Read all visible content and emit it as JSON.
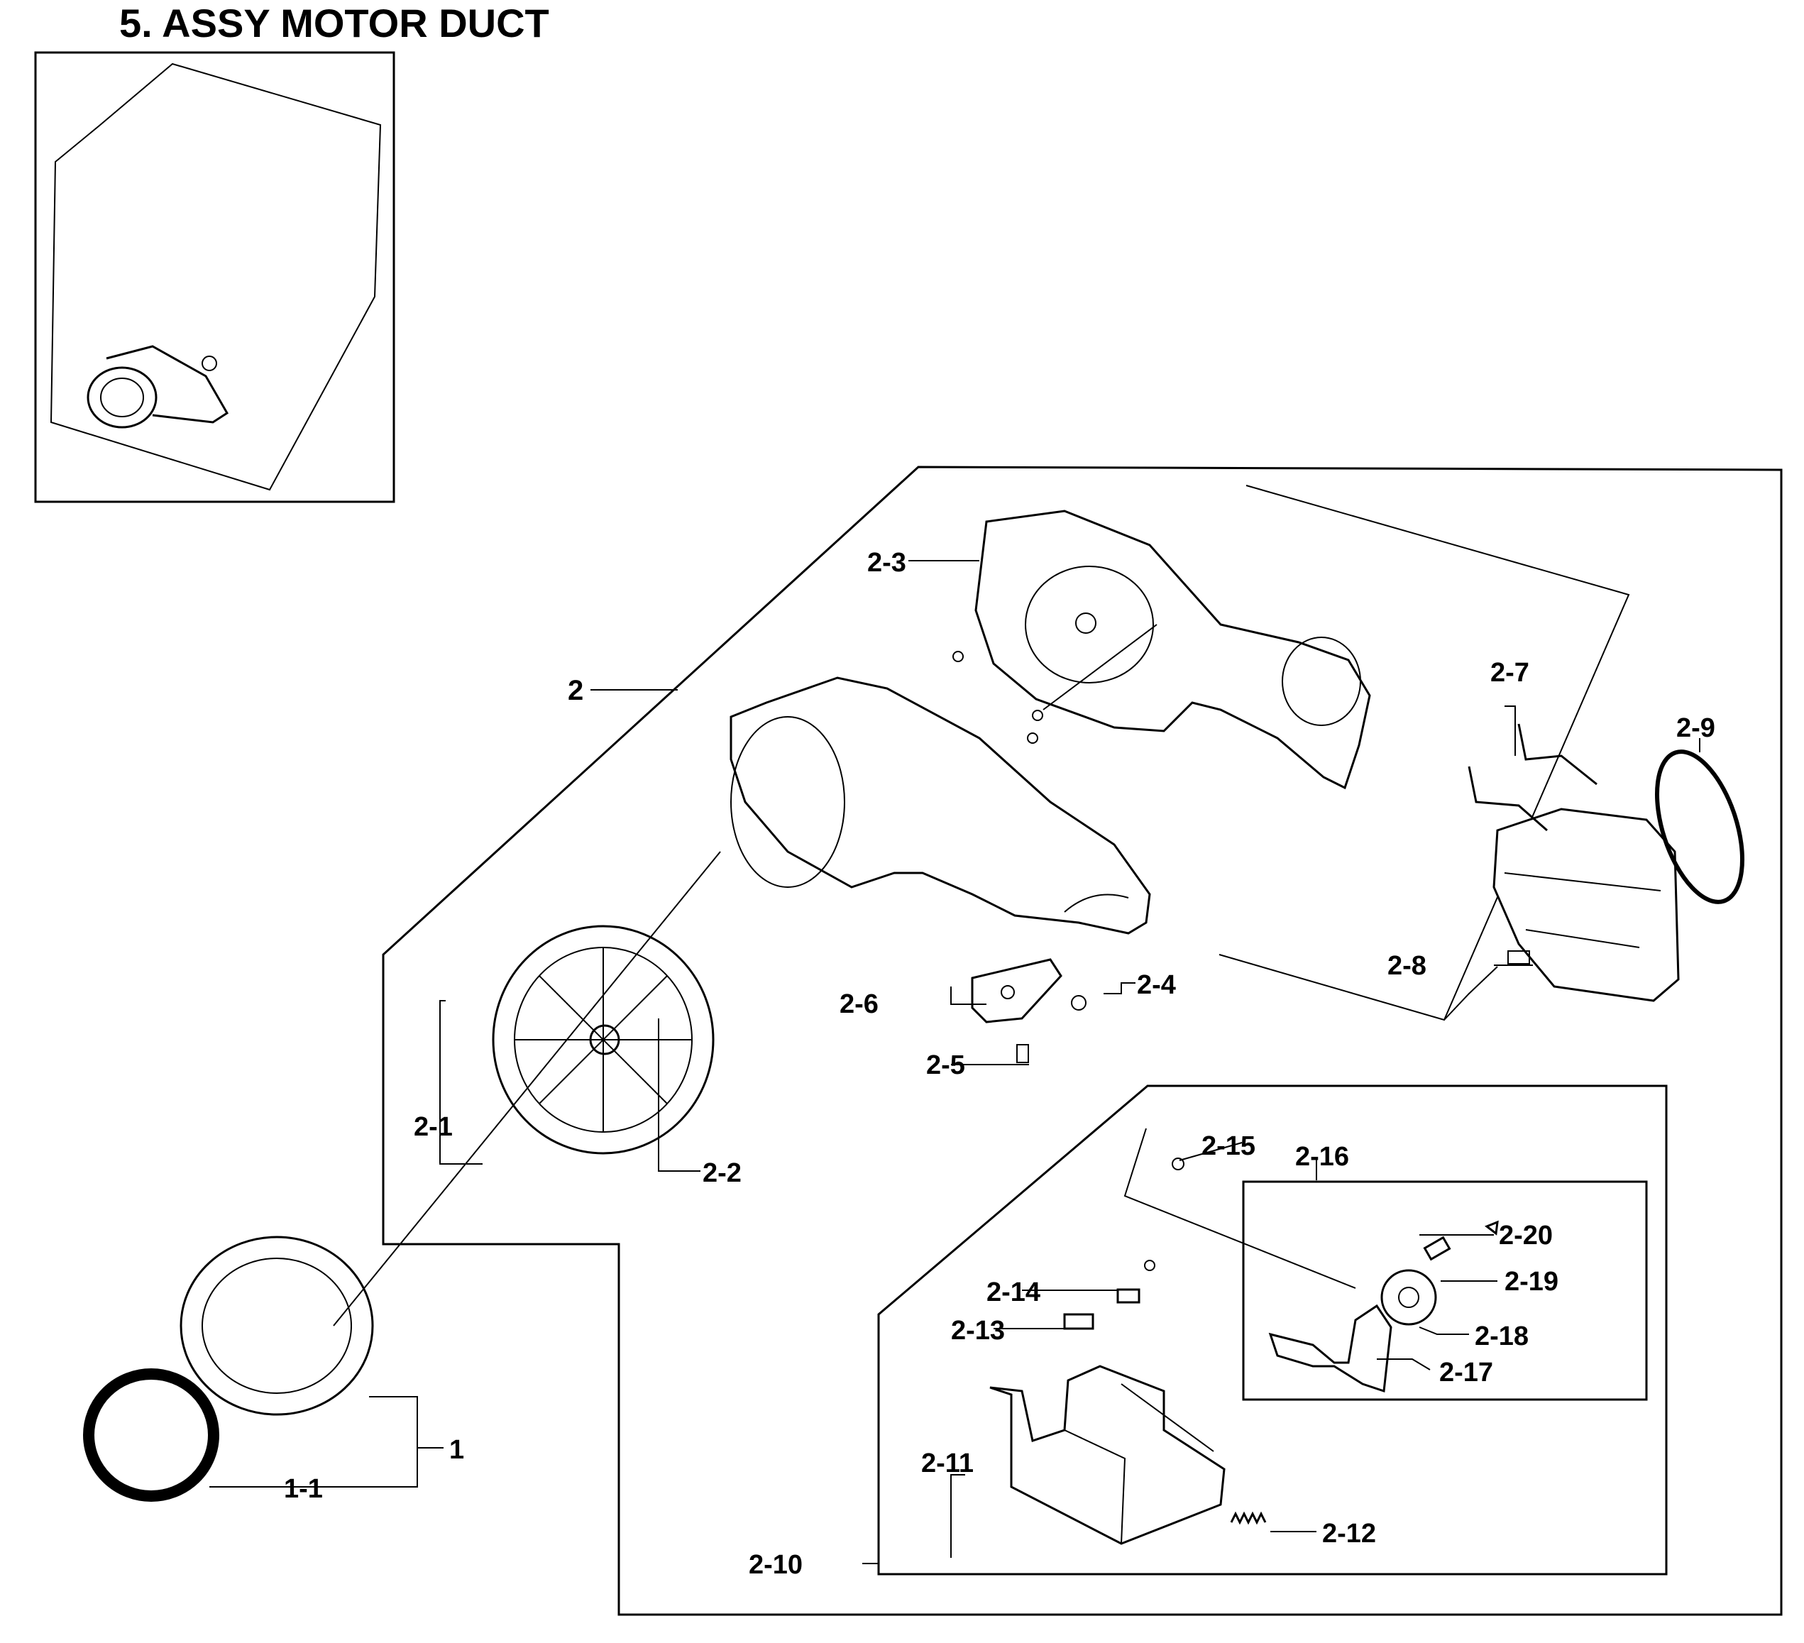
{
  "title": "5. ASSY MOTOR DUCT",
  "labels": {
    "l_2": "2",
    "l_2_1": "2-1",
    "l_2_2": "2-2",
    "l_2_3": "2-3",
    "l_2_4": "2-4",
    "l_2_5": "2-5",
    "l_2_6": "2-6",
    "l_2_7": "2-7",
    "l_2_8": "2-8",
    "l_2_9": "2-9",
    "l_2_10": "2-10",
    "l_2_11": "2-11",
    "l_2_12": "2-12",
    "l_2_13": "2-13",
    "l_2_14": "2-14",
    "l_2_15": "2-15",
    "l_2_16": "2-16",
    "l_2_17": "2-17",
    "l_2_18": "2-18",
    "l_2_19": "2-19",
    "l_2_20": "2-20",
    "l_1": "1",
    "l_1_1": "1-1"
  }
}
